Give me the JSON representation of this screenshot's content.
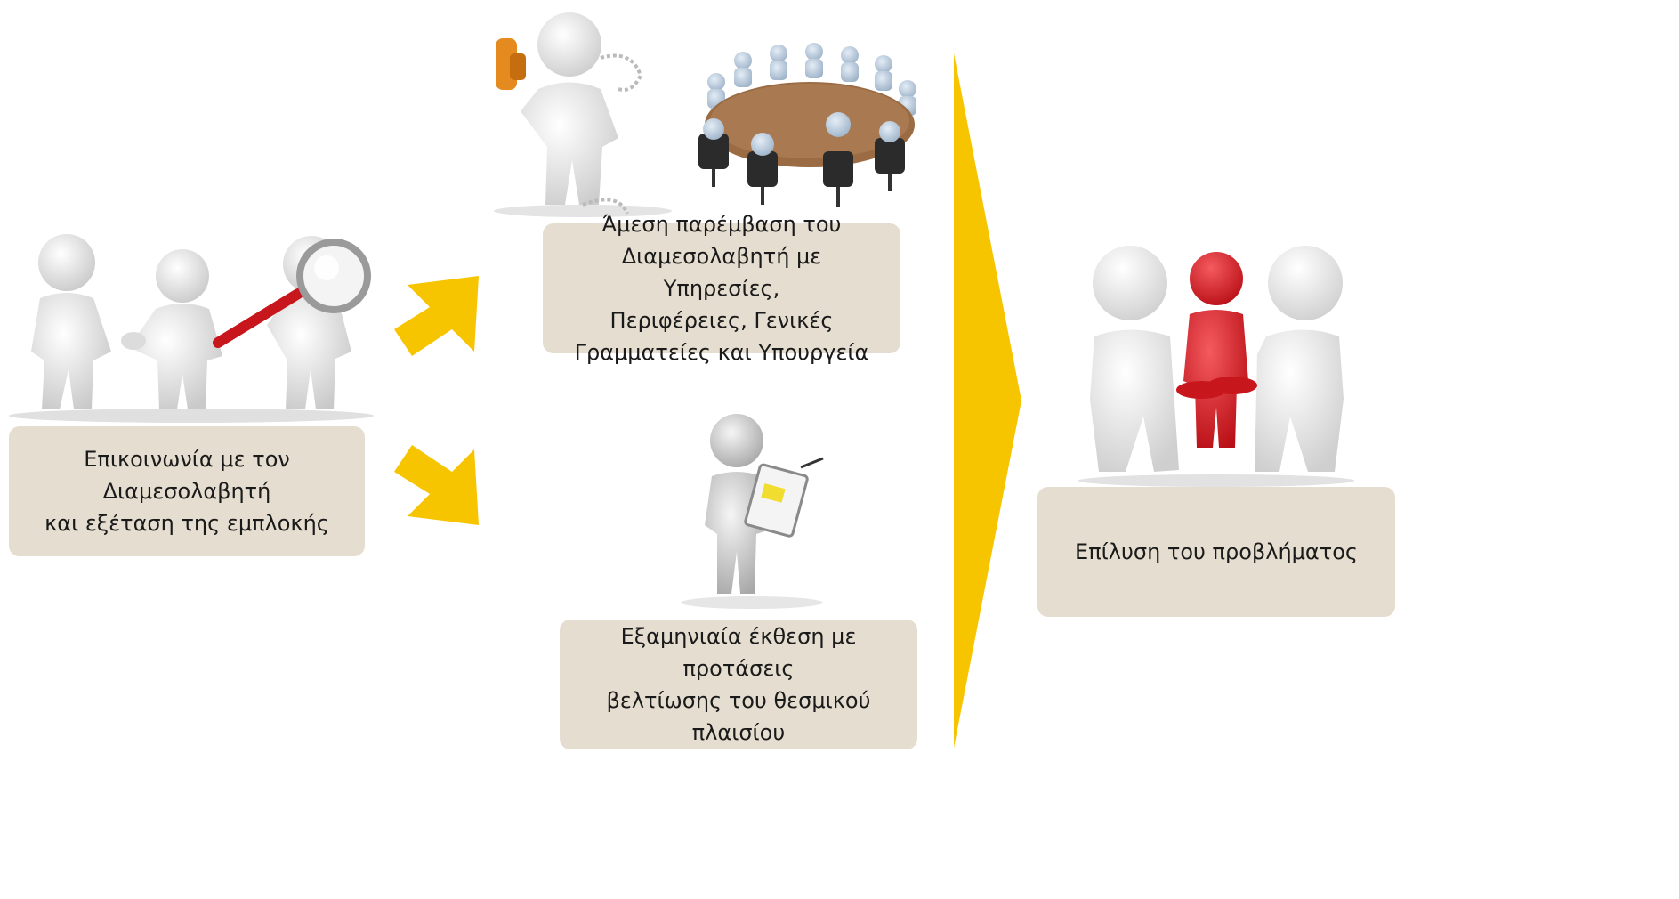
{
  "boxes": {
    "contact": {
      "lines": [
        "Επικοινωνία με τον",
        "Διαμεσολαβητή",
        "και εξέταση της εμπλοκής"
      ]
    },
    "intervention": {
      "lines": [
        "Άμεση παρέμβαση του",
        "Διαμεσολαβητή με Υπηρεσίες,",
        "Περιφέρειες, Γενικές",
        "Γραμματείες και Υπουργεία"
      ]
    },
    "report": {
      "lines": [
        "Εξαμηνιαία έκθεση με προτάσεις",
        "βελτίωσης του θεσμικού",
        "πλαισίου"
      ]
    },
    "resolution": {
      "lines": [
        "Επίλυση του προβλήματος"
      ]
    }
  },
  "colors": {
    "box_fill": "#e5ded0",
    "arrow_yellow": "#f7c400",
    "figure_white": "#ececec",
    "figure_red": "#d9141b",
    "table_brown": "#9b6b43",
    "figure_blue": "#b7c8da"
  },
  "icons": {
    "contact": "handshake-magnifier-figures-illustration",
    "phone": "phone-call-figure-illustration",
    "meeting": "round-table-meeting-illustration",
    "report": "clipboard-figure-illustration",
    "resolution": "team-hands-together-illustration"
  }
}
